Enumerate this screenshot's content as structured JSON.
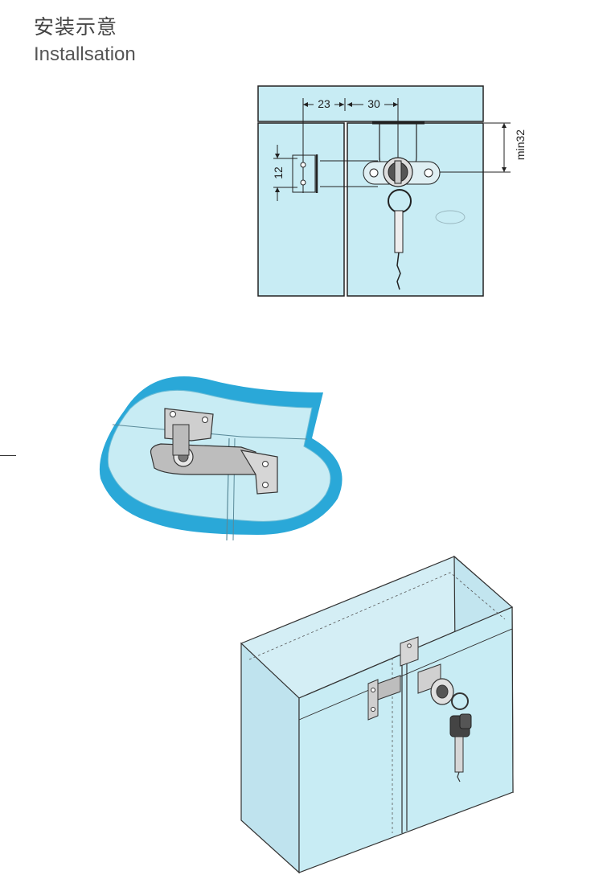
{
  "header": {
    "title_cn": "安装示意",
    "title_en": "Installsation"
  },
  "drawing": {
    "dim_horizontal_left": "23",
    "dim_horizontal_right": "30",
    "dim_vertical_left": "12",
    "dim_vertical_right": "min32"
  },
  "colors": {
    "glass_fill": "#c8ecf4",
    "glass_edge": "#2aa8d8",
    "line": "#222222"
  }
}
